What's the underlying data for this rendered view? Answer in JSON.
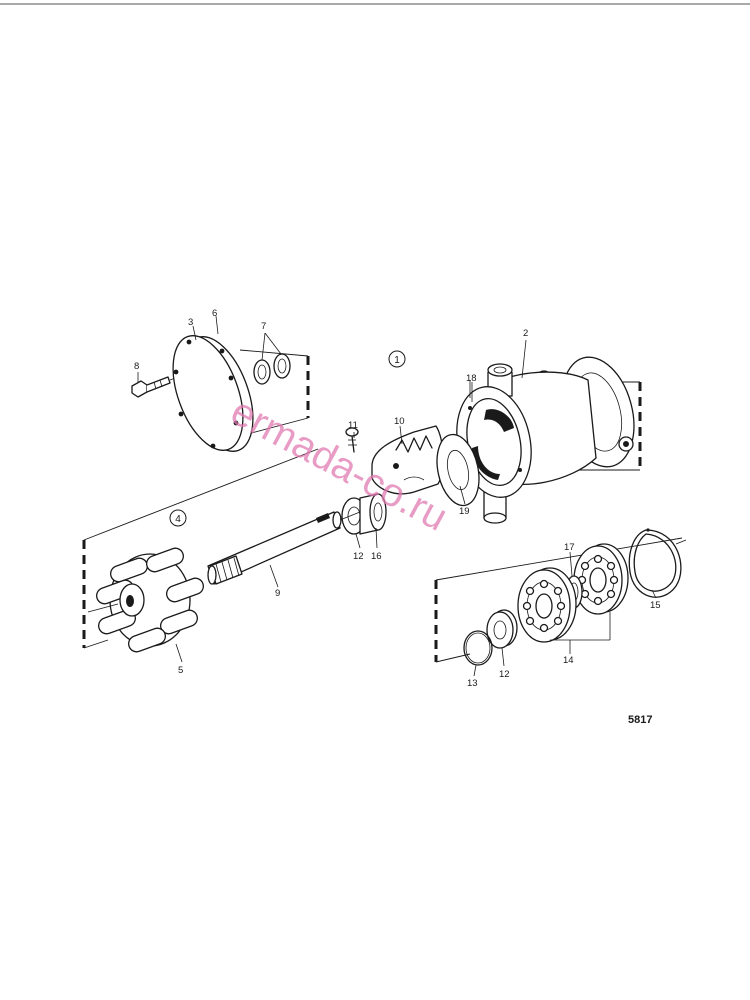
{
  "diagram": {
    "part_numbers": [
      "2",
      "3",
      "5",
      "6",
      "7",
      "8",
      "9",
      "10",
      "11",
      "12",
      "12",
      "13",
      "14",
      "15",
      "16",
      "17",
      "18",
      "19"
    ],
    "group_labels": [
      "1",
      "4"
    ],
    "reference_code": "5817",
    "watermark": "ermada-co.ru"
  },
  "colors": {
    "line": "#1a1a1a",
    "background": "#ffffff",
    "watermark": "#e07ab0"
  }
}
